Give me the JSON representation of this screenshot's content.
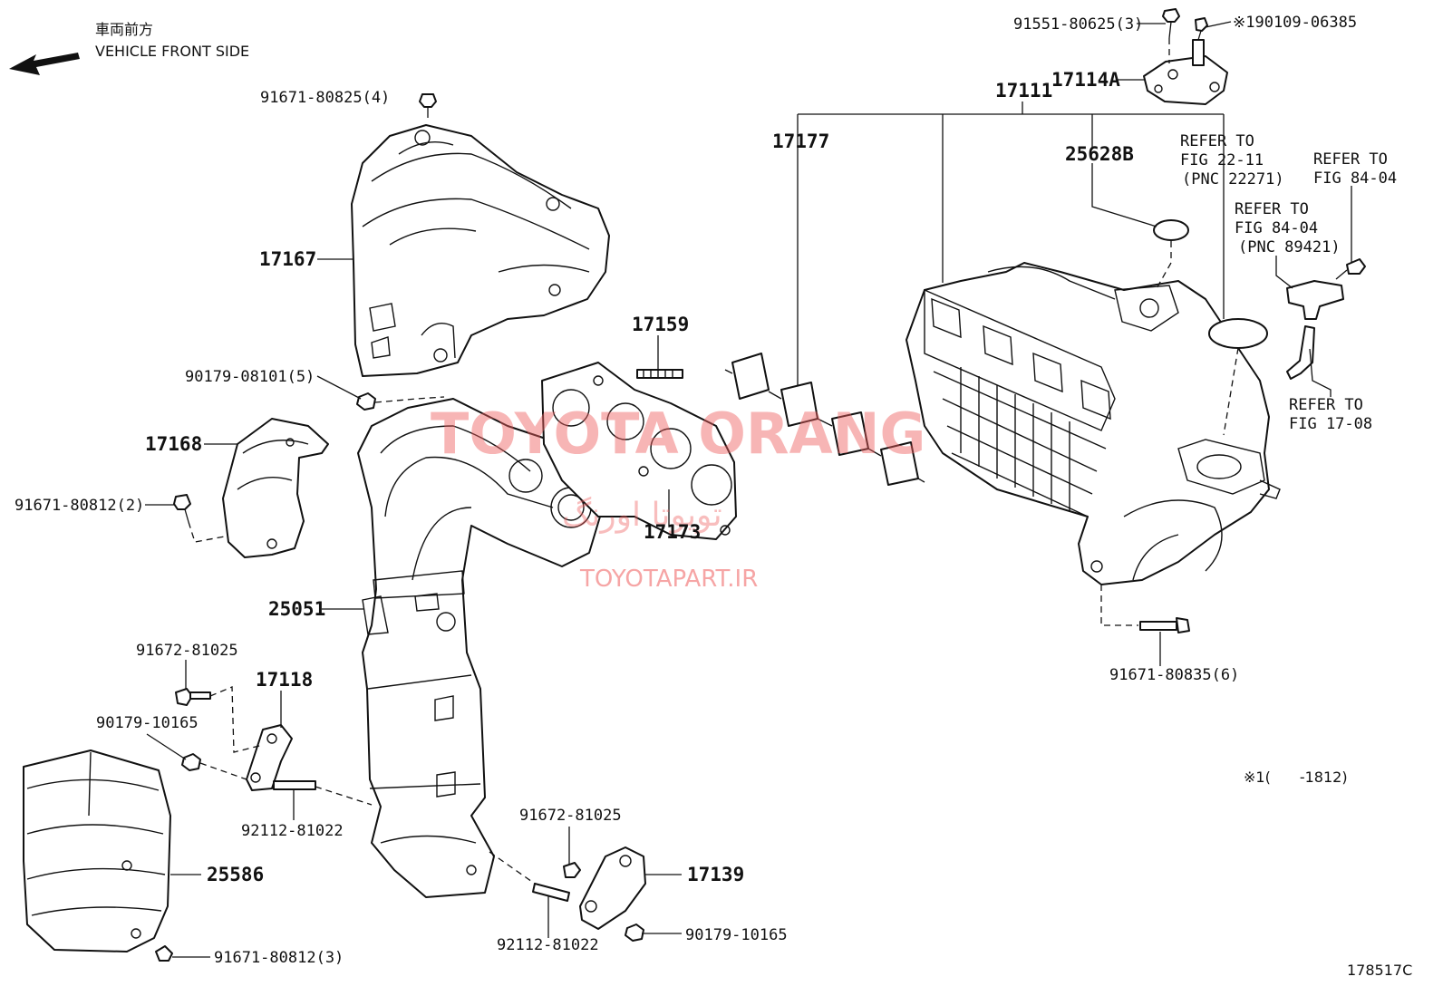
{
  "header": {
    "direction_jp": "車両前方",
    "direction_en": "VEHICLE FRONT SIDE"
  },
  "callouts": {
    "c_91671_80825": "91671-80825(4)",
    "c_17167": "17167",
    "c_90179_08101": "90179-08101(5)",
    "c_17168": "17168",
    "c_91671_80812_2": "91671-80812(2)",
    "c_25051": "25051",
    "c_91672_81025_a": "91672-81025",
    "c_17118": "17118",
    "c_90179_10165_a": "90179-10165",
    "c_92112_81022_a": "92112-81022",
    "c_25586": "25586",
    "c_91671_80812_3": "91671-80812(3)",
    "c_17159": "17159",
    "c_17173": "17173",
    "c_17177": "17177",
    "c_91672_81025_b": "91672-81025",
    "c_17139": "17139",
    "c_92112_81022_b": "92112-81022",
    "c_90179_10165_b": "90179-10165",
    "c_17111": "17111",
    "c_17114A": "17114A",
    "c_91551_80625": "91551-80625(3)",
    "c_190109": "※190109-06385",
    "c_25628B": "25628B",
    "c_91671_80835": "91671-80835(6)"
  },
  "refer": {
    "r1_line1": "REFER TO",
    "r1_line2": "FIG 22-11",
    "r1_line3": "(PNC 22271)",
    "r2_line1": "REFER TO",
    "r2_line2": "FIG 84-04",
    "r2_line3": "(PNC 89421)",
    "r3_line1": "REFER TO",
    "r3_line2": "FIG 84-04",
    "r4_line1": "REFER TO",
    "r4_line2": "FIG 17-08"
  },
  "note": "※1(　　-1812)",
  "diagram_id": "178517C",
  "watermark": {
    "brand": "TOYOTA ORANG",
    "persian": "تویوتا اورنگ",
    "site": "TOYOTAPART.IR"
  }
}
